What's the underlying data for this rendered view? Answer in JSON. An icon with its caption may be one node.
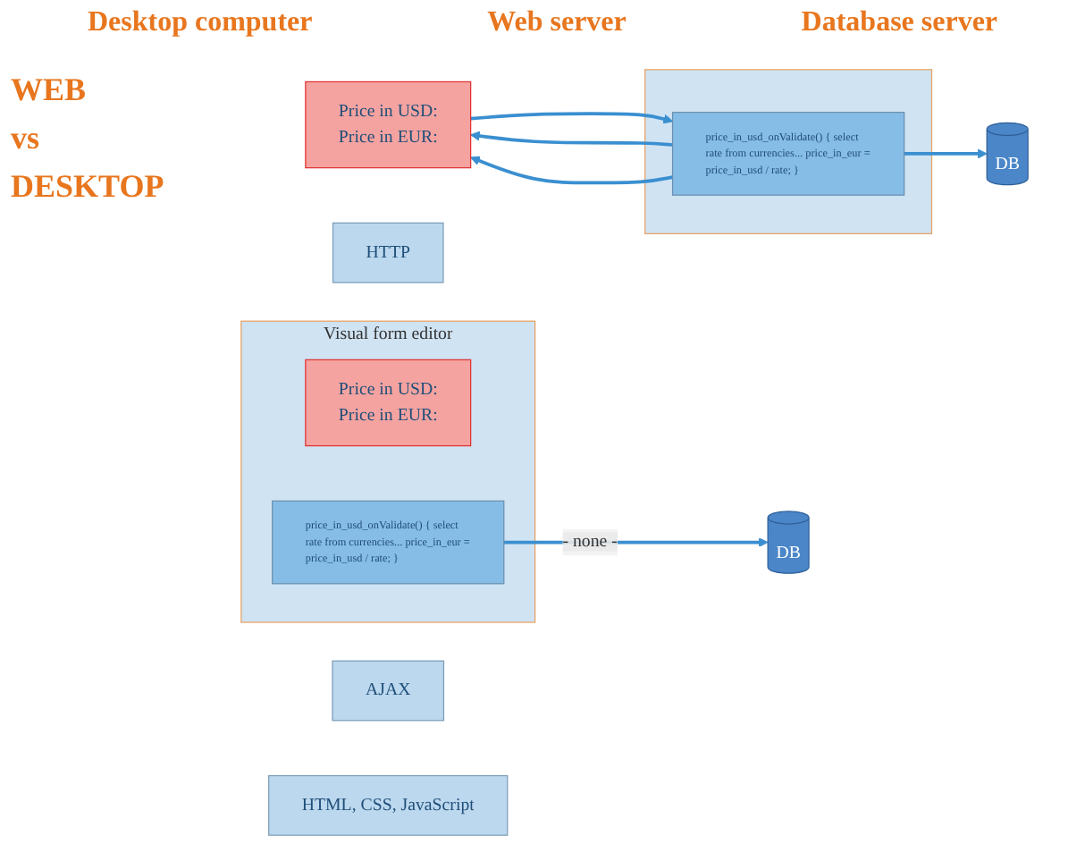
{
  "diagram": {
    "nodes": [
      {
        "text": [
          "HTTP"
        ]
      },
      {
        "text": [
          "Price in USD:",
          "Price in EUR:"
        ]
      },
      {
        "text": [
          "AJAX"
        ]
      },
      {
        "text": [
          "HTML, CSS, JavaScript"
        ]
      },
      {
        "text": [],
        "shape": "box"
      },
      {
        "text": [
          "price_in_usd_onValidate() { select rate from currencies... price_in_eur = price_in_usd / rate; }"
        ],
        "in": 4
      },
      {
        "text": [
          "DB"
        ]
      },
      {
        "text": [],
        "shape": "box",
        "beside": [
          "Visual form editor"
        ]
      },
      {
        "text": [
          "Price in USD:",
          "Price in EUR:"
        ],
        "in": 7
      },
      {
        "text": [
          "price_in_usd_onValidate() { select rate from currencies... price_in_eur = price_in_usd / rate; }"
        ],
        "in": 7
      },
      {
        "text": [
          "DB"
        ]
      }
    ],
    "edges": [
      {
        "from": 5,
        "to": 1,
        "arrow": "to"
      },
      {
        "from": 1,
        "to": 5,
        "arrow": "to"
      },
      {
        "from": 5,
        "to": 1,
        "arrow": "to"
      },
      {
        "from": 5,
        "to": 6,
        "arrow": "to"
      },
      {
        "from": 9,
        "to": 10,
        "arrow": "to",
        "label": "- none -"
      }
    ],
    "labels": [
      "Desktop computer",
      "Web server",
      "Database server",
      "WEB",
      "vs",
      "DESKTOP"
    ]
  }
}
